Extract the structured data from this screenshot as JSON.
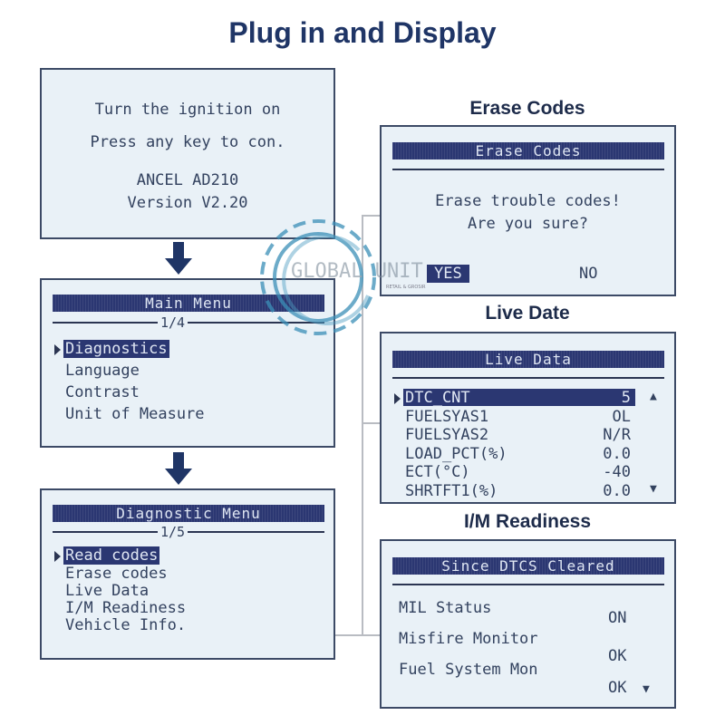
{
  "title": "Plug in and Display",
  "watermark": {
    "name": "GLOBAL UNIT",
    "tagline": "RETAIL & GROSIR"
  },
  "screen_start": {
    "lines": [
      "Turn the ignition on",
      "Press any key to con.",
      "ANCEL AD210",
      "Version V2.20"
    ]
  },
  "main_menu": {
    "header": "Main Menu",
    "page": "1/4",
    "items": [
      "Diagnostics",
      "Language",
      "Contrast",
      "Unit of Measure"
    ]
  },
  "diag_menu": {
    "header": "Diagnostic Menu",
    "page": "1/5",
    "items": [
      "Read codes",
      "Erase codes",
      "Live Data",
      "I/M Readiness",
      "Vehicle Info."
    ]
  },
  "erase": {
    "heading": "Erase Codes",
    "header": "Erase Codes",
    "lines": [
      "Erase trouble codes!",
      "Are you sure?"
    ],
    "yes": "YES",
    "no": "NO"
  },
  "live": {
    "heading": "Live Date",
    "header": "Live Data",
    "rows": [
      {
        "name": "DTC_CNT",
        "value": "5"
      },
      {
        "name": "FUELSYAS1",
        "value": "OL"
      },
      {
        "name": "FUELSYAS2",
        "value": "N/R"
      },
      {
        "name": "LOAD_PCT(%)",
        "value": "0.0"
      },
      {
        "name": "ECT(°C)",
        "value": "-40"
      },
      {
        "name": "SHRTFT1(%)",
        "value": "0.0"
      }
    ]
  },
  "im": {
    "heading": "I/M Readiness",
    "header": "Since DTCS Cleared",
    "rows": [
      {
        "name": "MIL Status",
        "value": "ON"
      },
      {
        "name": "Misfire Monitor",
        "value": "OK"
      },
      {
        "name": "Fuel System Mon",
        "value": "OK"
      }
    ]
  }
}
